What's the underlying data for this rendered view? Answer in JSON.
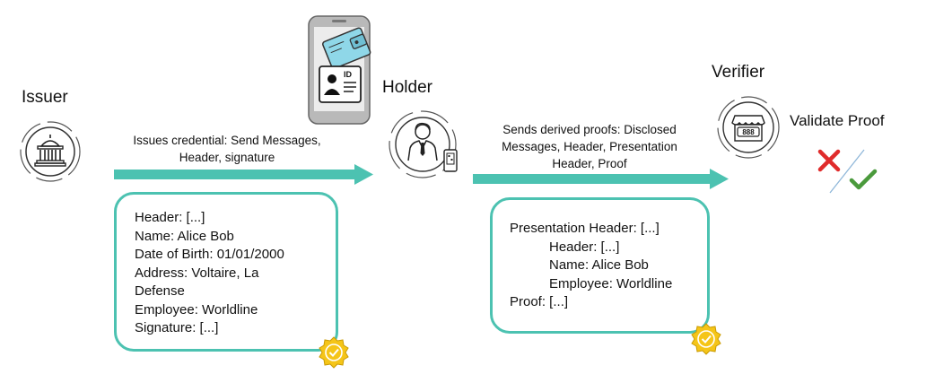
{
  "issuer": {
    "title": "Issuer",
    "arrow_caption_line1": "Issues credential: Send Messages,",
    "arrow_caption_line2": "Header, signature",
    "credential_lines": [
      "Header: [...]",
      "Name: Alice Bob",
      "Date of Birth: 01/01/2000",
      "Address: Voltaire, La",
      "Defense",
      "Employee: Worldline",
      "Signature: [...]"
    ]
  },
  "holder": {
    "title": "Holder",
    "id_card_label": "ID",
    "arrow_caption_line1": "Sends derived proofs: Disclosed",
    "arrow_caption_line2": "Messages, Header, Presentation",
    "arrow_caption_line3": "Header, Proof",
    "proof_lines": [
      "Presentation Header: [...]",
      "Header: [...]",
      "Name: Alice Bob",
      "Employee: Worldline",
      "Proof: [...]"
    ]
  },
  "verifier": {
    "title": "Verifier",
    "action_label": "Validate Proof",
    "shop_sign": "888"
  },
  "colors": {
    "accent": "#4cc2b1",
    "badge": "#f5c518",
    "reject": "#e02b2b",
    "accept": "#4a9a3c"
  },
  "icons": [
    "government-building-icon",
    "smartphone-wallet-icon",
    "businessman-icon",
    "store-icon",
    "verified-badge-icon",
    "cross-icon",
    "check-icon"
  ]
}
